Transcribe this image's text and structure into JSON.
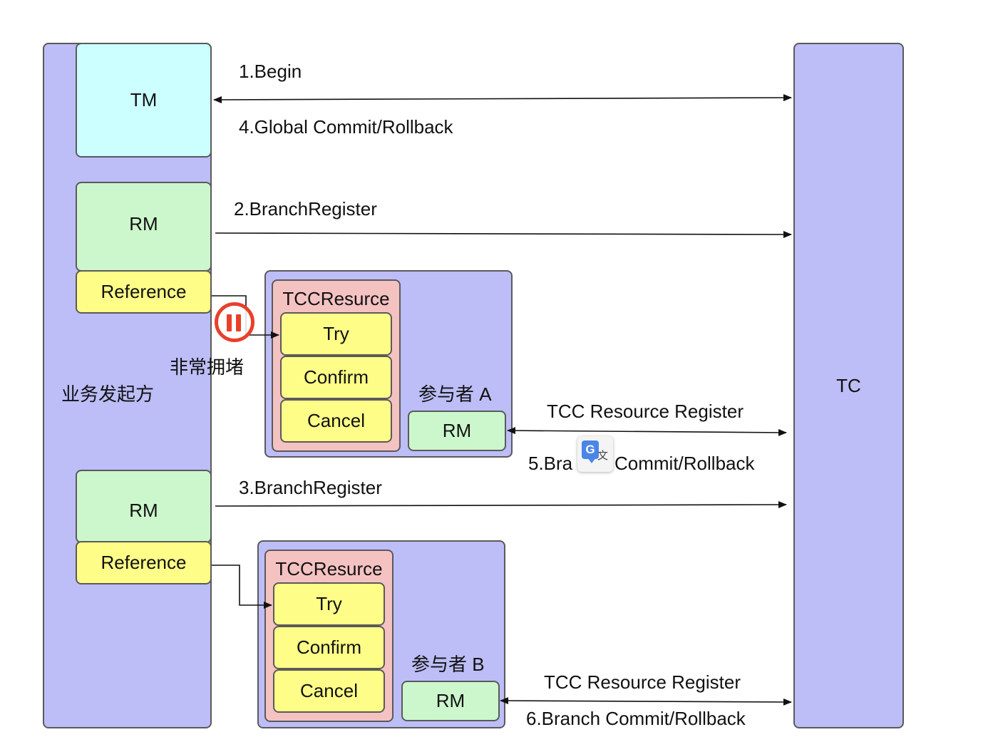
{
  "initiator": {
    "label": "业务发起方"
  },
  "tm": {
    "label": "TM"
  },
  "tc": {
    "label": "TC"
  },
  "rm_top": {
    "label": "RM",
    "reference": "Reference"
  },
  "rm_bottom": {
    "label": "RM",
    "reference": "Reference"
  },
  "participant_a": {
    "label": "参与者 A",
    "resource_title": "TCCResurce",
    "methods": [
      "Try",
      "Confirm",
      "Cancel"
    ],
    "rm": "RM"
  },
  "participant_b": {
    "label": "参与者 B",
    "resource_title": "TCCResurce",
    "methods": [
      "Try",
      "Confirm",
      "Cancel"
    ],
    "rm": "RM"
  },
  "blocked_label": "非常拥堵",
  "arrows": {
    "begin": "1.Begin",
    "global_commit": "4.Global Commit/Rollback",
    "branch_register_1": "2.BranchRegister",
    "branch_register_2": "3.BranchRegister",
    "tcc_register_a": "TCC Resource Register",
    "branch_commit_a_left": "5.Bra",
    "branch_commit_a_right": "Commit/Rollback",
    "tcc_register_b": "TCC Resource Register",
    "branch_commit_b": "6.Branch Commit/Rollback"
  },
  "icons": {
    "translate": "google-translate-icon",
    "pause": "pause-icon"
  },
  "colors": {
    "purple": "#bdbdf7",
    "cyan": "#ccffff",
    "green": "#ccf7cc",
    "yellow": "#fdfd88",
    "pink": "#f5c2c2",
    "pause_red": "#e8402a"
  }
}
